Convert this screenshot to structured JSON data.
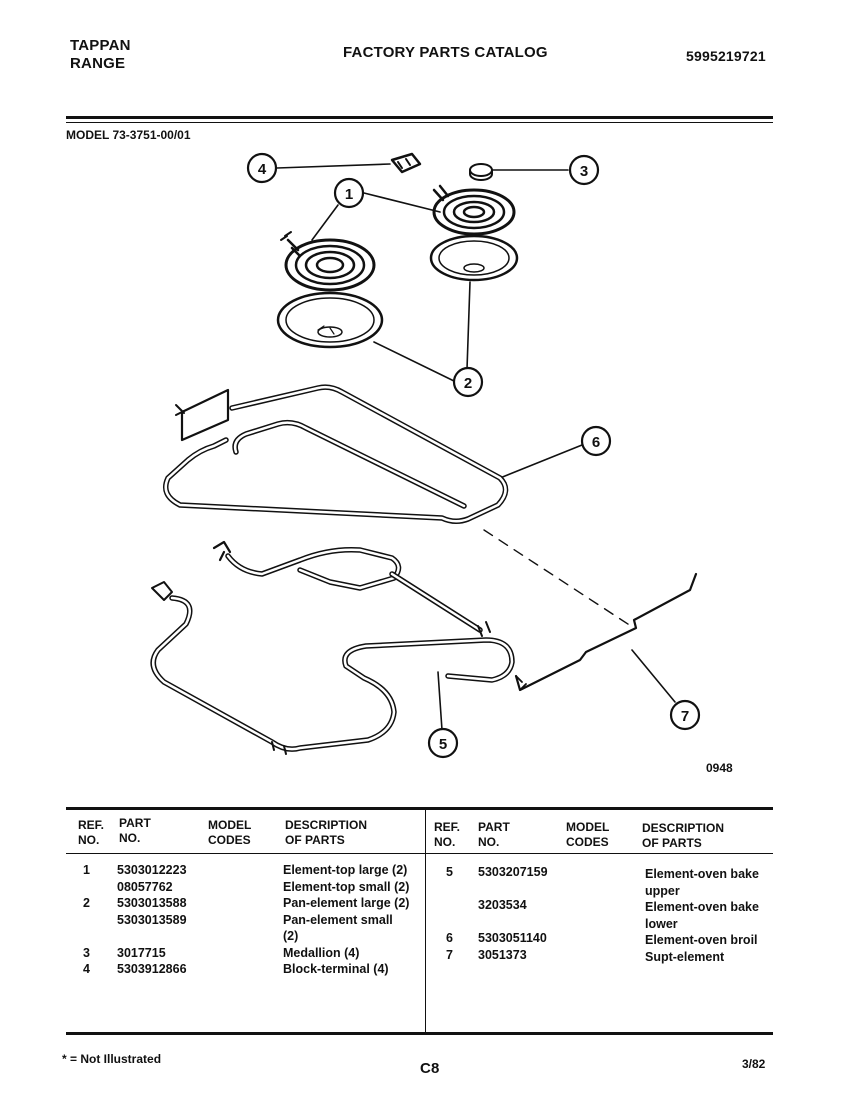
{
  "header": {
    "brand_line1": "TAPPAN",
    "brand_line2": "RANGE",
    "catalog_title": "FACTORY PARTS CATALOG",
    "catalog_number": "5995219721",
    "model_line": "MODEL 73-3751-00/01"
  },
  "diagram": {
    "callouts": [
      "1",
      "2",
      "3",
      "4",
      "5",
      "6",
      "7"
    ],
    "figure_number": "0948"
  },
  "table": {
    "headers": {
      "ref_no": [
        "REF.",
        "NO."
      ],
      "part_no": [
        "PART",
        "NO."
      ],
      "model_codes": [
        "MODEL",
        "CODES"
      ],
      "description": [
        "DESCRIPTION",
        "OF PARTS"
      ]
    },
    "left": {
      "refs": [
        "1",
        "",
        "2",
        "",
        "",
        "3",
        "4"
      ],
      "parts": [
        "5303012223",
        "08057762",
        "5303013588",
        "5303013589",
        "",
        "3017715",
        "5303912866"
      ],
      "descriptions": [
        "Element-top large (2)",
        "Element-top small (2)",
        "Pan-element large (2)",
        "Pan-element small",
        "(2)",
        "Medallion (4)",
        "Block-terminal (4)"
      ]
    },
    "right": {
      "refs": [
        "5",
        "",
        "",
        "",
        "6",
        "7"
      ],
      "parts": [
        "5303207159",
        "",
        "3203534",
        "",
        "5303051140",
        "3051373"
      ],
      "descriptions": [
        "Element-oven bake",
        "upper",
        "Element-oven bake",
        "lower",
        "Element-oven broil",
        "Supt-element"
      ]
    }
  },
  "footer": {
    "note": "* = Not Illustrated",
    "page_code": "C8",
    "date": "3/82"
  }
}
